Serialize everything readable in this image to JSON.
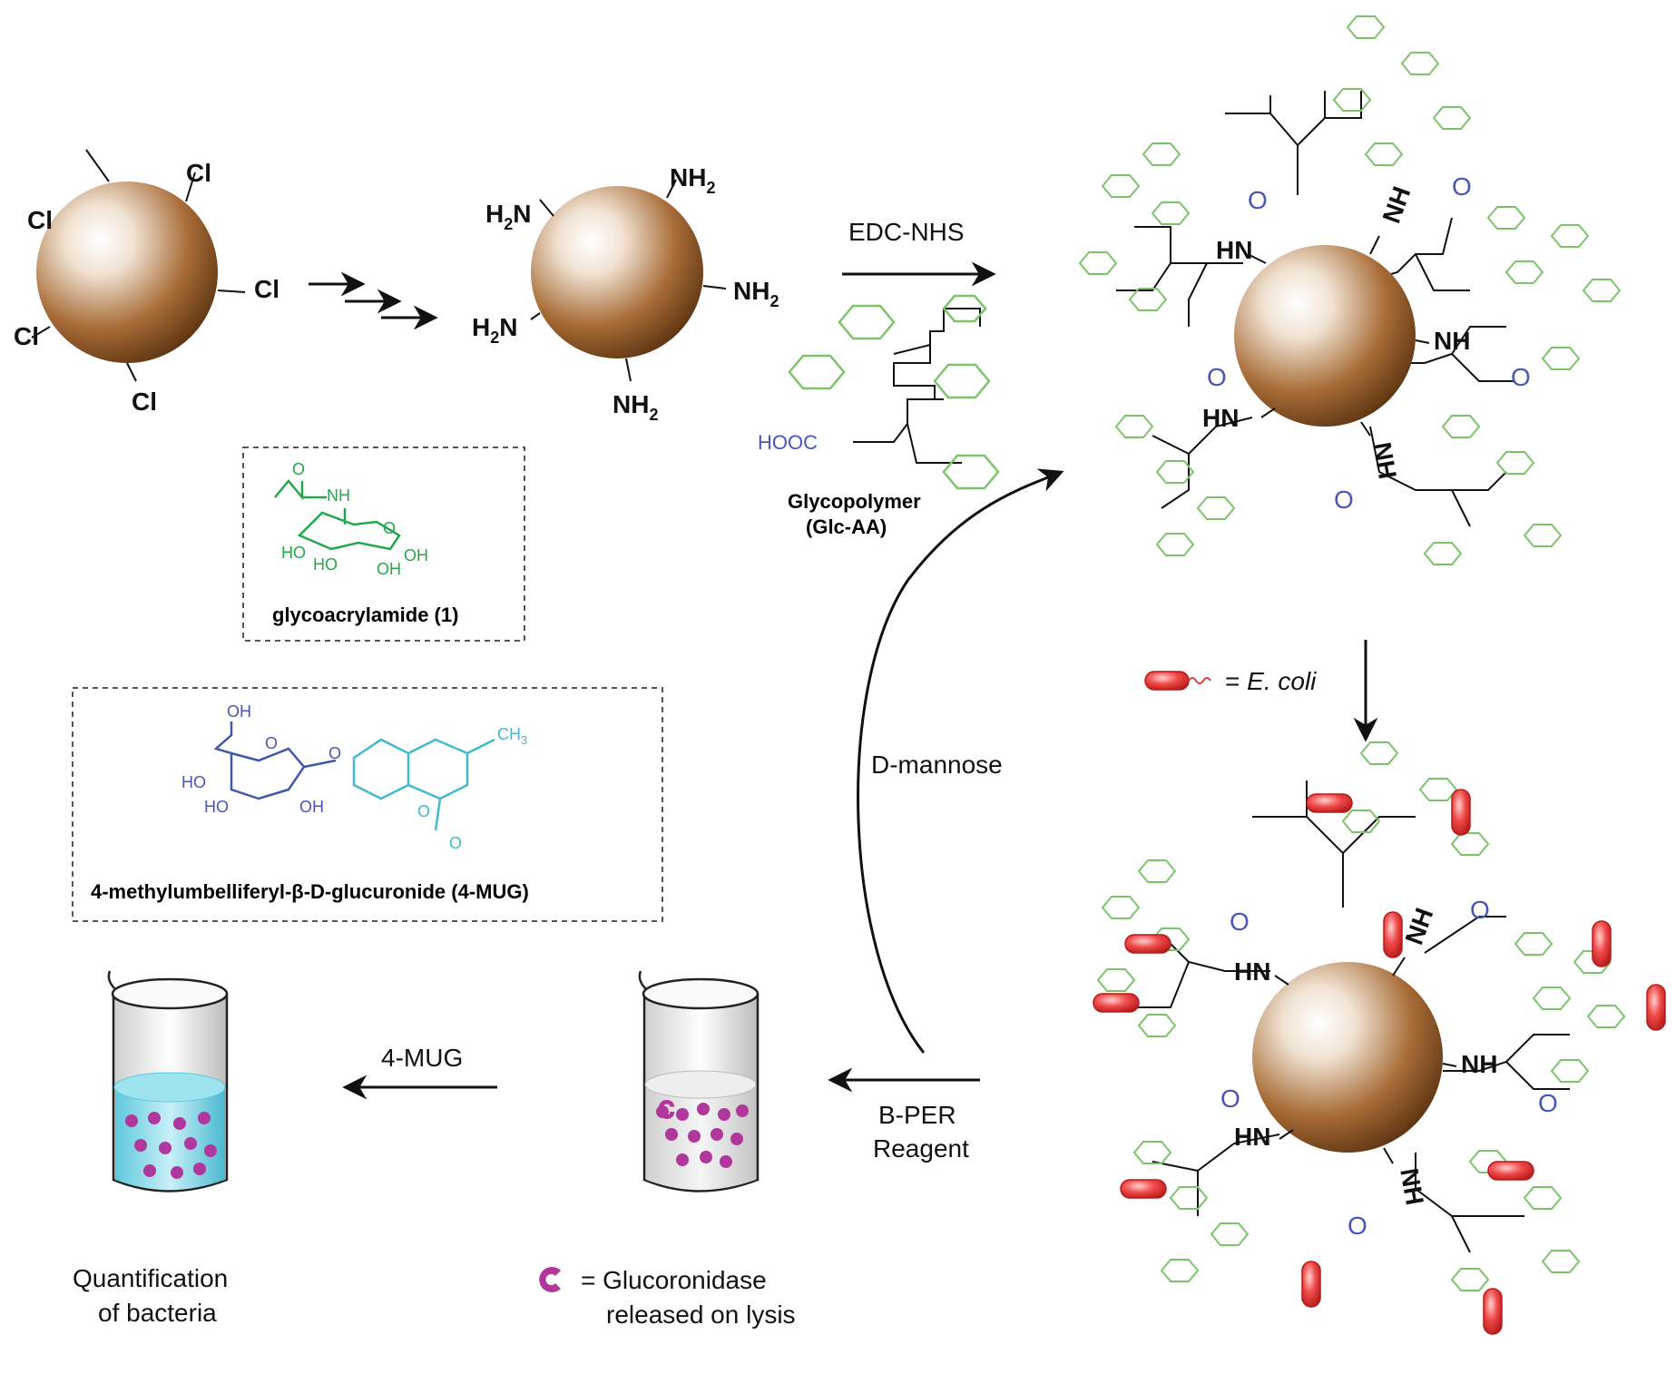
{
  "colors": {
    "bead": "#8b5a2b",
    "glycan": "#7cc46a",
    "carbonyl": "#4a55b8",
    "ecoli": "#e53935",
    "enzyme": "#b0389c",
    "monomer": "#22a84a",
    "umbelliferone": "#42b9cf",
    "glucuronide": "#3f58a8",
    "solution_blue": "#8fd8e8"
  },
  "step1": {
    "cl_label": "Cl"
  },
  "step2": {
    "h2n": "H",
    "h2n_sub": "2",
    "h2n_n": "N",
    "nh": "NH",
    "nh_sub": "2"
  },
  "arrow_edc": {
    "label": "EDC-NHS"
  },
  "glycopolymer": {
    "hooc": "HOOC",
    "name_line1": "Glycopolymer",
    "name_line2": "(Glc-AA)"
  },
  "monomer_box": {
    "nh": "NH",
    "ho1": "HO",
    "ho2": "HO",
    "oh1": "OH",
    "oh2": "OH",
    "o": "O",
    "o2": "O",
    "caption": "glycoacrylamide (1)"
  },
  "mug_box": {
    "oh_top": "OH",
    "o_ring": "O",
    "o_link": "O",
    "ho1": "HO",
    "ho2": "HO",
    "oh": "OH",
    "o_lac": "O",
    "o_carb": "O",
    "ch3": "CH",
    "ch3_sub": "3",
    "caption": "4-methylumbelliferyl-β-D-glucuronide (4-MUG)"
  },
  "functionalized_bead": {
    "hn": "HN",
    "nh": "NH",
    "o": "O"
  },
  "ecoli_legend": {
    "text_prefix": "= ",
    "text_italic": "E. coli"
  },
  "arrow_mannose": {
    "label": "D-mannose"
  },
  "arrow_bper": {
    "line1": "B-PER",
    "line2": "Reagent"
  },
  "arrow_mug": {
    "label": "4-MUG"
  },
  "enzyme_legend": {
    "line1": "= Glucoronidase",
    "line2": "released on lysis"
  },
  "quantification": {
    "line1": "Quantification",
    "line2": "of bacteria"
  }
}
